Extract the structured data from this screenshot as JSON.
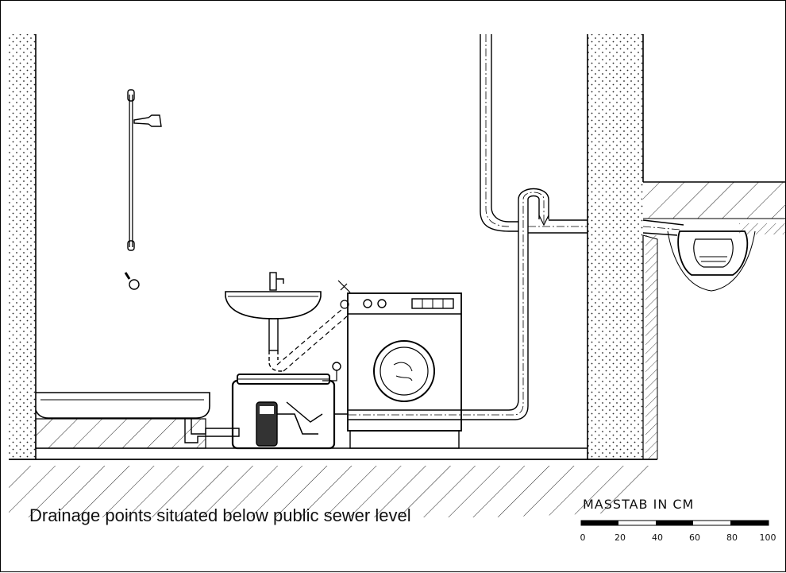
{
  "caption": "Drainage points situated below public sewer level",
  "scale": {
    "title": "MASSTAB IN CM",
    "ticks": [
      "0",
      "20",
      "40",
      "60",
      "80",
      "100"
    ]
  }
}
